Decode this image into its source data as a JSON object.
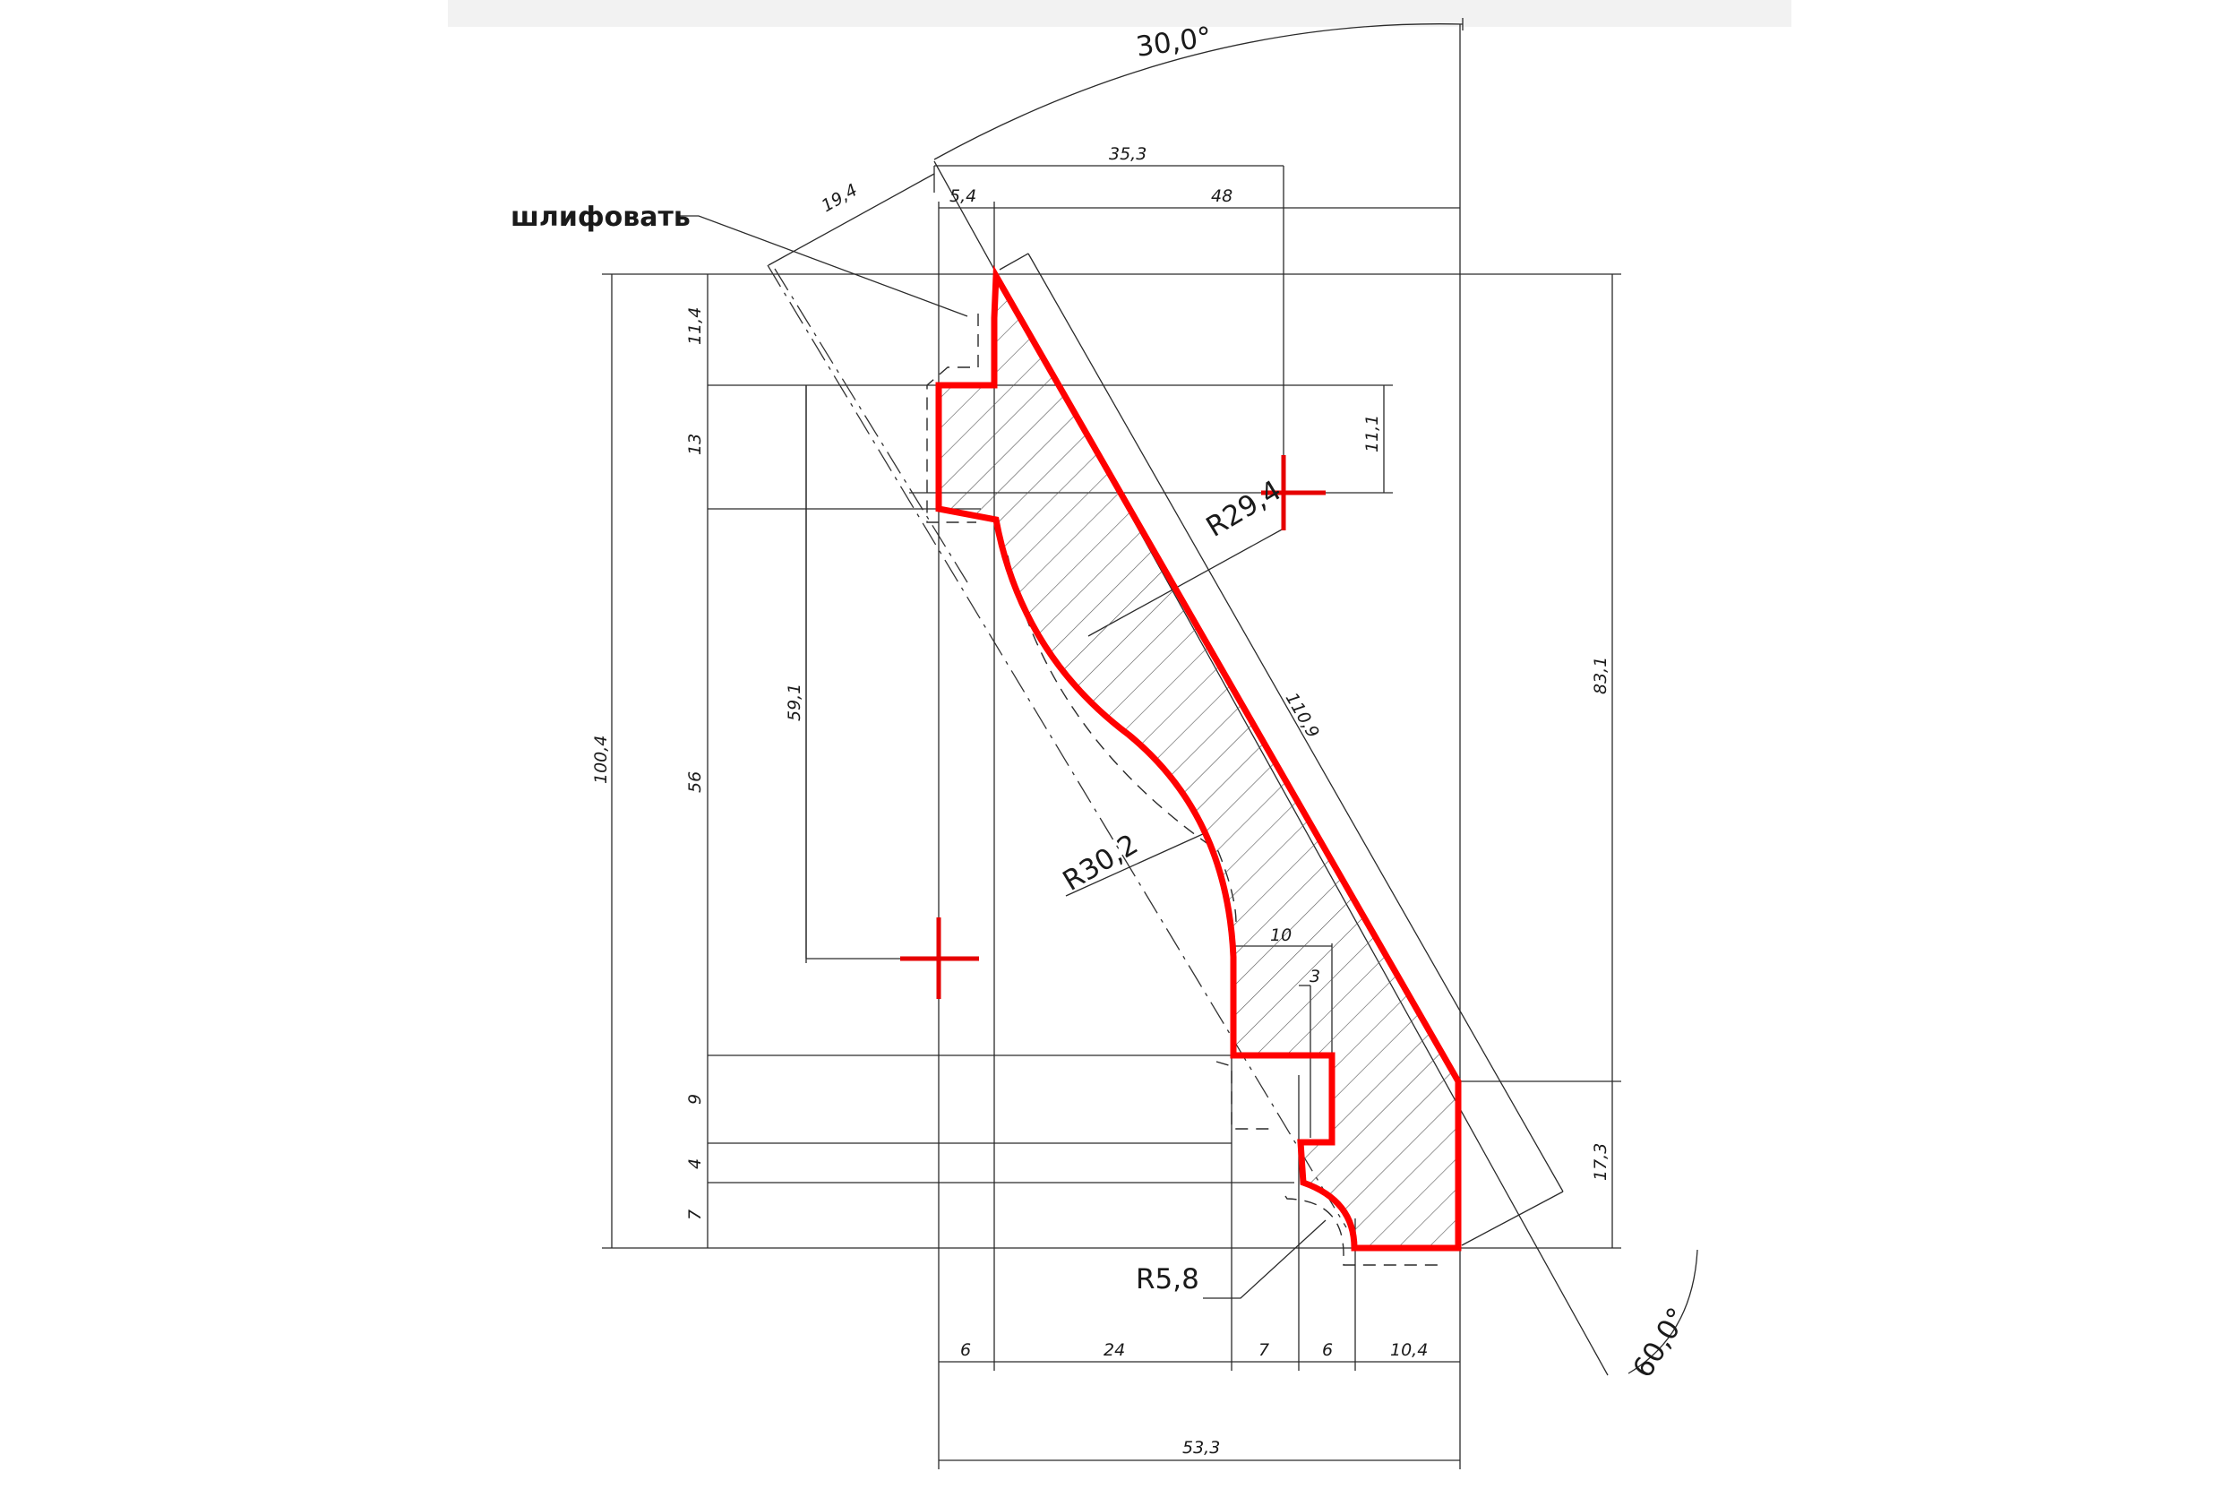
{
  "note": "шлифовать",
  "angles": {
    "top": "30,0°",
    "bottom": "60,0°"
  },
  "radii": {
    "upper": "R29,4",
    "middle": "R30,2",
    "lower": "R5,8"
  },
  "dimensions": {
    "top": {
      "d19_4": "19,4",
      "d35_3": "35,3",
      "d5_4": "5,4",
      "d48": "48"
    },
    "left": {
      "d11_4": "11,4",
      "d13": "13",
      "d56": "56",
      "d9": "9",
      "d4": "4",
      "d7": "7",
      "d100_4": "100,4",
      "d59_1": "59,1"
    },
    "right": {
      "d11_1": "11,1",
      "d83_1": "83,1",
      "d17_3": "17,3"
    },
    "slant": {
      "d110_9": "110,9"
    },
    "inner": {
      "d10": "10",
      "d3": "3"
    },
    "bottom": {
      "d6a": "6",
      "d24": "24",
      "d7": "7",
      "d6b": "6",
      "d10_4": "10,4",
      "d53_3": "53,3"
    }
  },
  "colors": {
    "profile": "#ff0000",
    "lines": "#2b2b2b"
  }
}
